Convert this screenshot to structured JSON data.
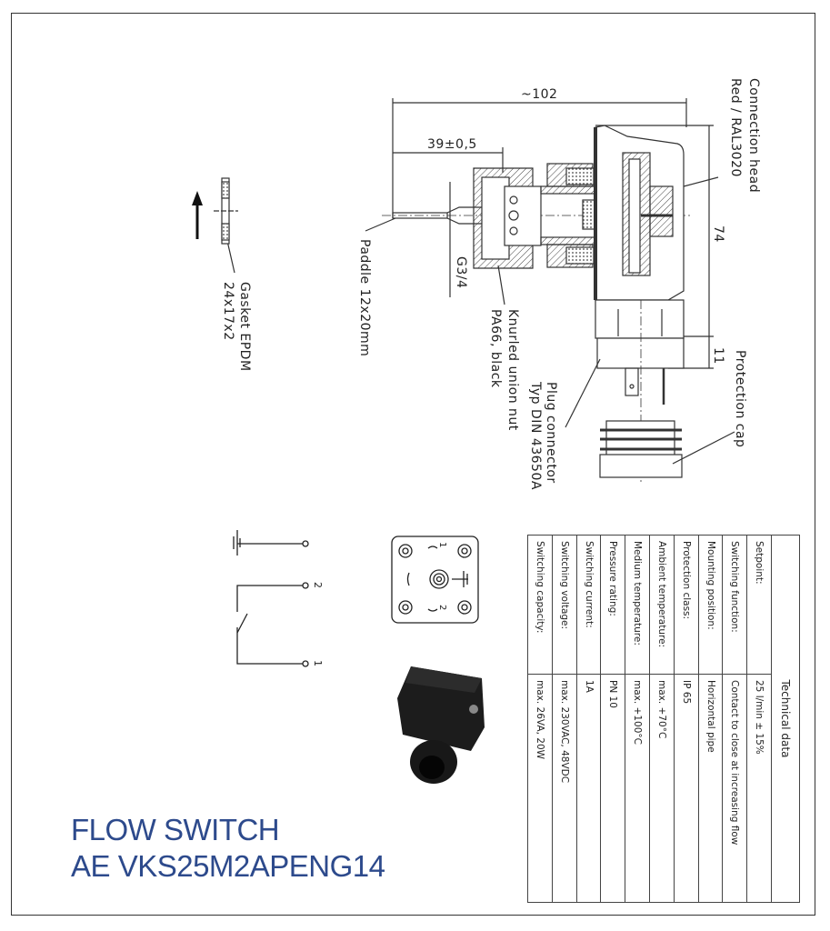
{
  "title": {
    "line1": "FLOW SWITCH",
    "line2": "AE VKS25M2APENG14"
  },
  "drawing": {
    "dim_overall": "~102",
    "dim_paddle": "39±0,5",
    "dim_height": "74",
    "dim_plug": "11",
    "thread": "G3/4",
    "connection_head": "Connection head",
    "connection_head_color": "Red / RAL3020",
    "protection_cap": "Protection cap",
    "plug_connector": "Plug connector",
    "plug_type": "Typ DIN 43650A",
    "union_nut": "Knurled union nut",
    "union_nut_material": "PA66, black",
    "paddle": "Paddle 12x20mm",
    "gasket": "Gasket EPDM",
    "gasket_size": "24x17x2"
  },
  "wiring": {
    "pin1": "1",
    "pin2": "2",
    "conn_pin1": "1",
    "conn_pin2": "2"
  },
  "technical_data": {
    "header": "Technical data",
    "rows": [
      {
        "label": "Setpoint:",
        "value": "25 l/min ± 15%"
      },
      {
        "label": "Switching function:",
        "value": "Contact to close at increasing flow"
      },
      {
        "label": "Mounting position:",
        "value": "Horizontal pipe"
      },
      {
        "label": "Protection class:",
        "value": "IP 65"
      },
      {
        "label": "Ambient temperature:",
        "value": "max. +70°C"
      },
      {
        "label": "Medium temperature:",
        "value": "max. +100°C"
      },
      {
        "label": "Pressure rating:",
        "value": "PN 10"
      },
      {
        "label": "Switching current:",
        "value": "1A"
      },
      {
        "label": "Switching voltage:",
        "value": "max. 230VAC, 48VDC"
      },
      {
        "label": "Switching capacity:",
        "value": "max. 26VA, 20W"
      }
    ]
  },
  "colors": {
    "title": "#2d4a8c",
    "lines": "#333333"
  }
}
